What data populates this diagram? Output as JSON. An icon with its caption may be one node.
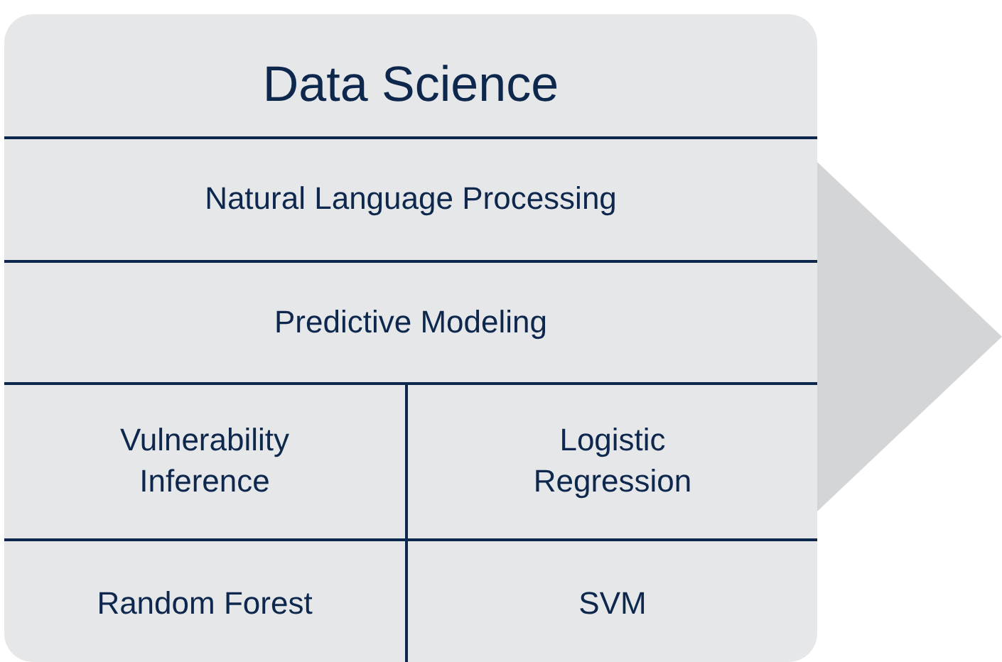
{
  "diagram": {
    "nodes": [
      {
        "text": [
          "Data Science"
        ]
      },
      {
        "text": [
          "Natural Language Processing"
        ],
        "in": 0
      },
      {
        "text": [
          "Predictive Modeling"
        ],
        "in": 0
      },
      {
        "text": [
          "Vulnerability Inference"
        ],
        "in": 0
      },
      {
        "text": [
          "Logistic Regression"
        ],
        "in": 0
      },
      {
        "text": [
          "Random Forest"
        ],
        "in": 0
      },
      {
        "text": [
          "SVM"
        ],
        "in": 0
      },
      {
        "text": [],
        "shape": "chevron"
      }
    ]
  }
}
